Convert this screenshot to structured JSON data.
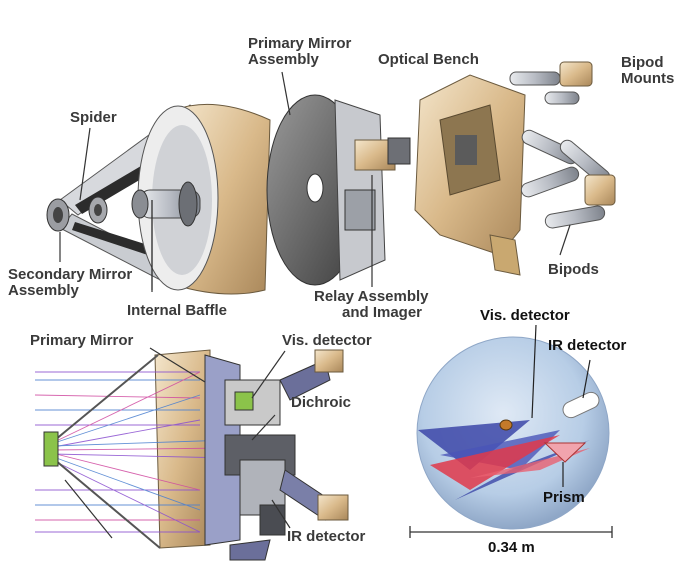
{
  "top_labels": {
    "primary_mirror_assembly": [
      "Primary Mirror",
      "Assembly"
    ],
    "optical_bench": "Optical Bench",
    "bipod_mounts": [
      "Bipod",
      "Mounts"
    ],
    "spider": "Spider",
    "secondary_mirror_assembly": [
      "Secondary Mirror",
      "Assembly"
    ],
    "internal_baffle": "Internal Baffle",
    "relay_assembly": [
      "Relay Assembly",
      "and Imager"
    ],
    "bipods": "Bipods"
  },
  "bottom_left_labels": {
    "primary_mirror": "Primary Mirror",
    "vis_detector": "Vis. detector",
    "dichroic": "Dichroic",
    "ir_detector": "IR detector"
  },
  "bottom_right_labels": {
    "vis_detector": "Vis. detector",
    "ir_detector": "IR detector",
    "prism": "Prism",
    "scale": "0.34 m"
  },
  "colors": {
    "label_text": "#3a3a3a",
    "gold": "#d9b98a",
    "grey_metal": "#b8bcc4",
    "ray_blue": "#3c47a8",
    "ray_red": "#e0384a",
    "ray_magenta": "#d04aa0",
    "sphere": "#b7cde6"
  }
}
